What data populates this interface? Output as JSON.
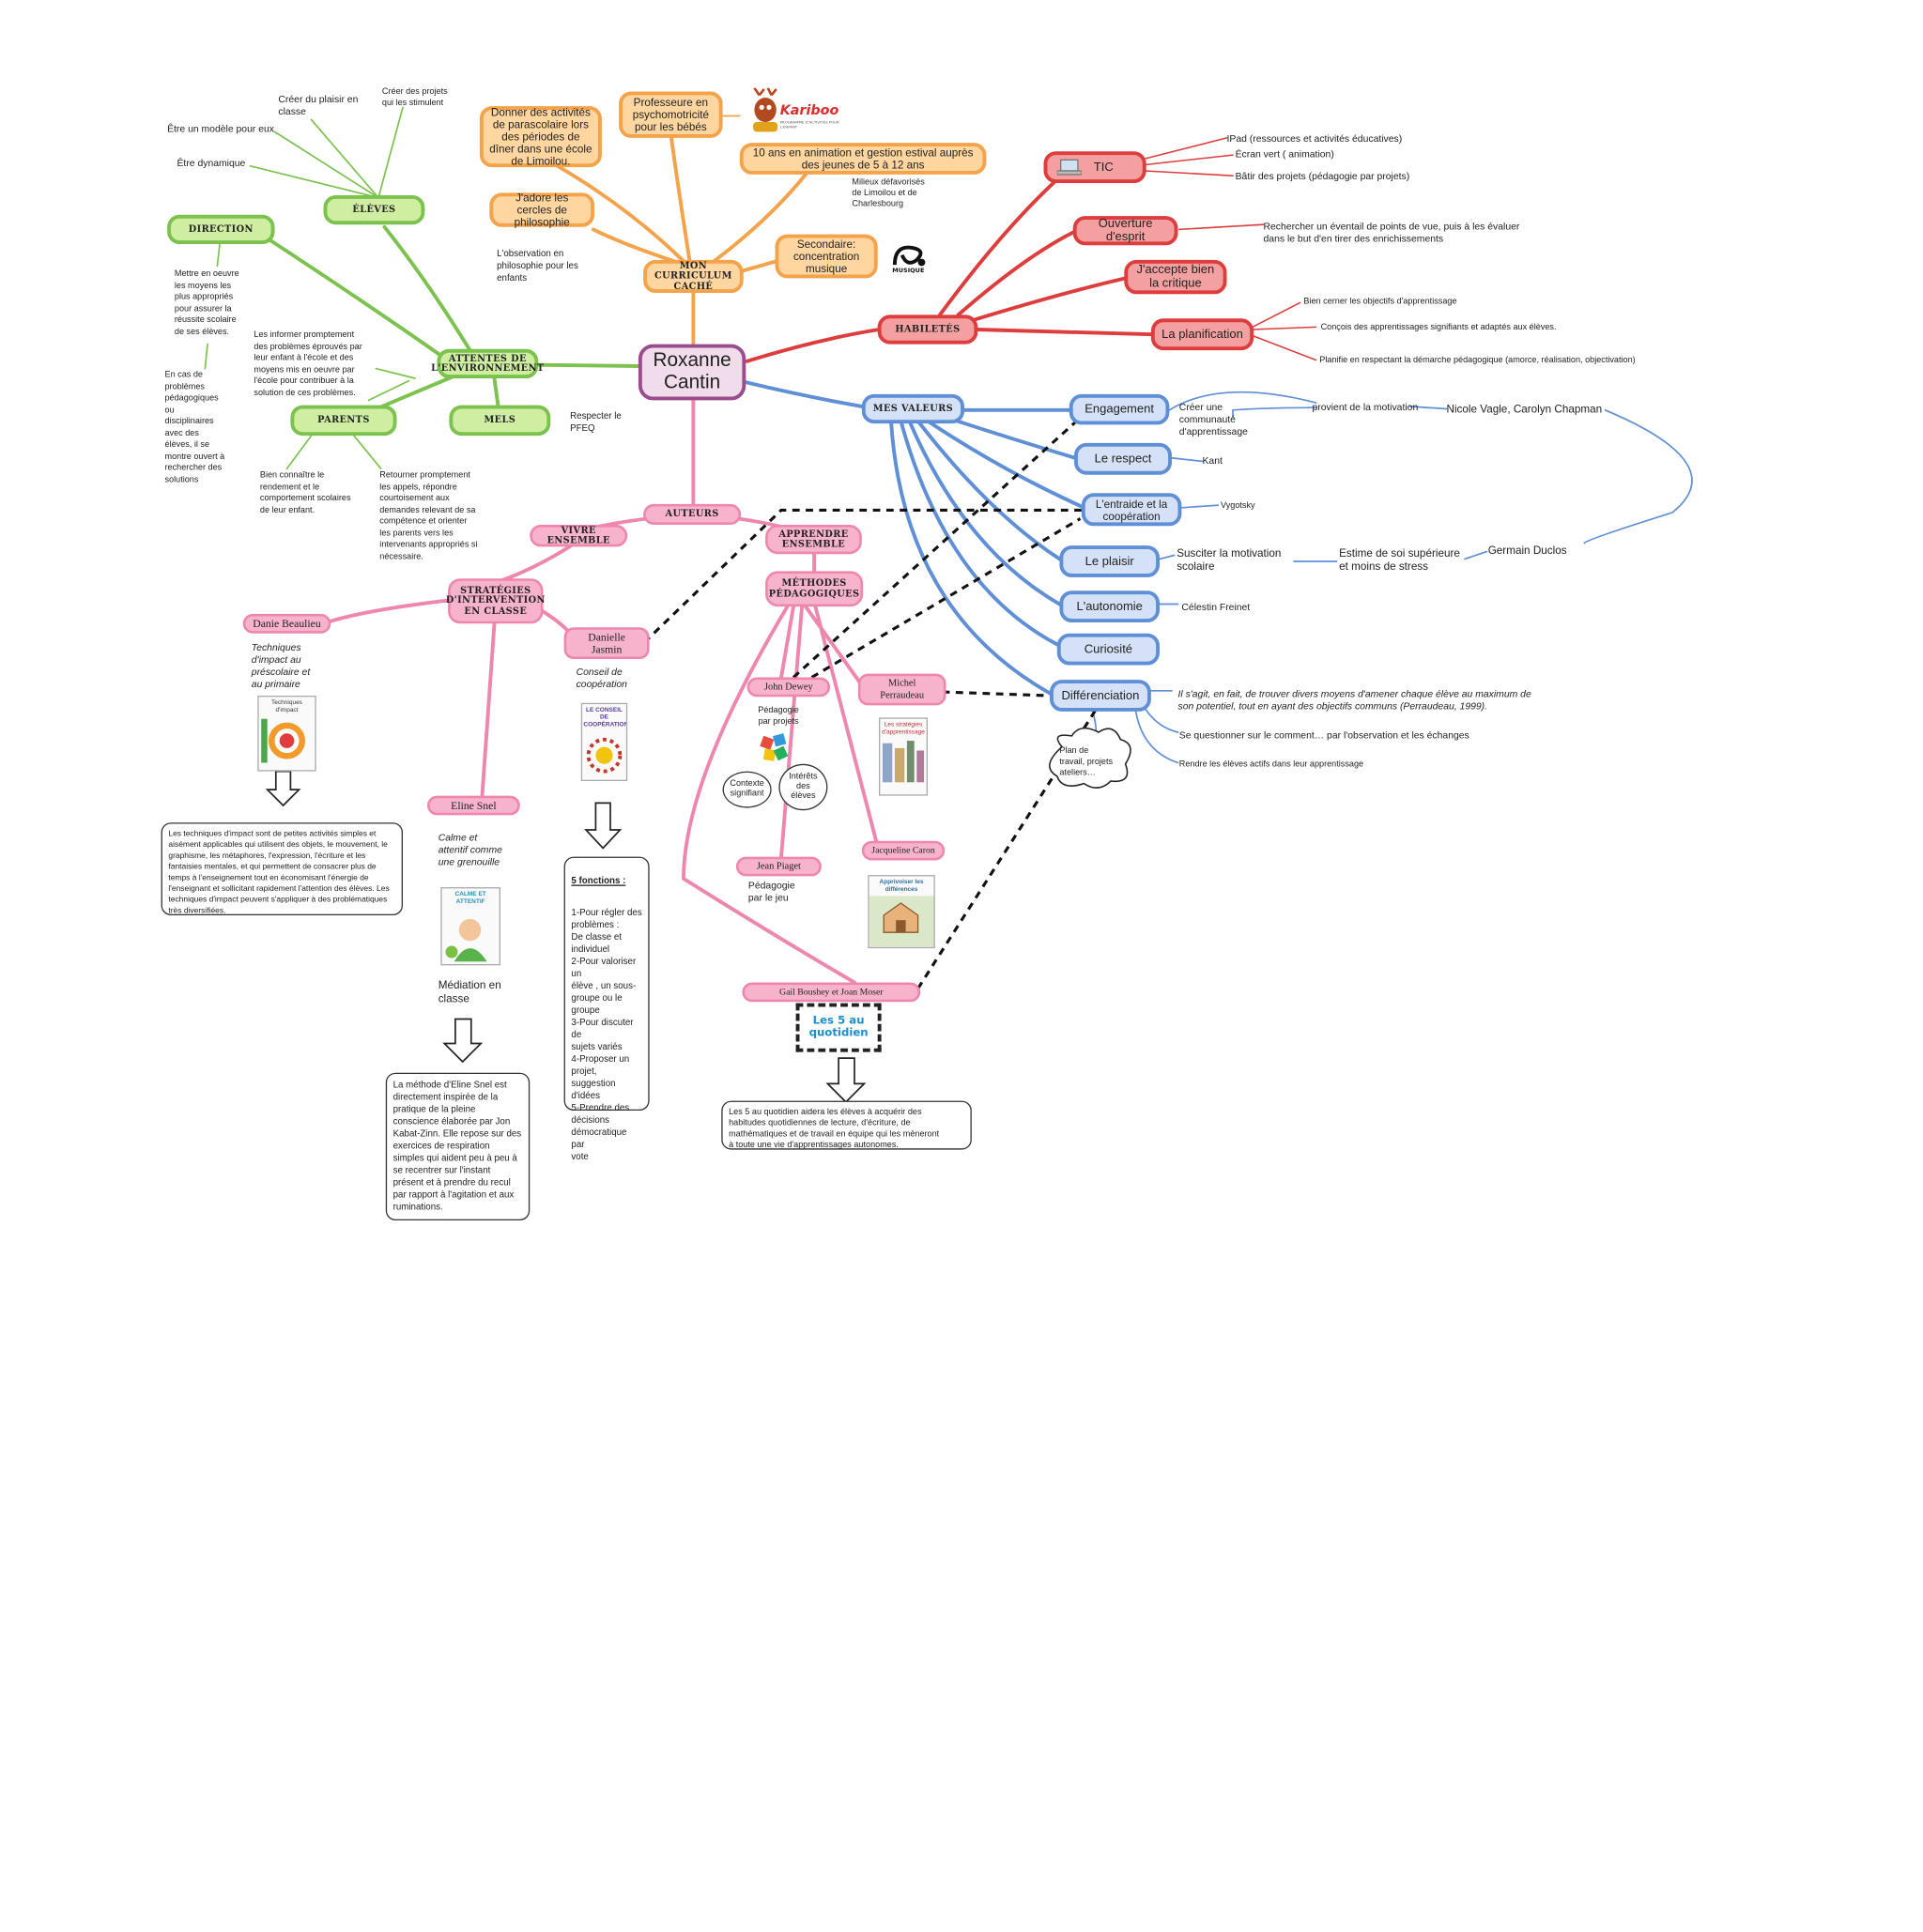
{
  "center": "Roxanne\nCantin",
  "curriculum": {
    "title": "MON CURRICULUM CACHÉ",
    "items": [
      "Donner des activités de parascolaire lors des périodes de dîner dans une école de Limoilou.",
      "Professeure en psychomotricité pour les bébés",
      "10 ans en animation et gestion estival auprès des jeunes de 5 à 12 ans",
      "J'adore les cercles de philosophie",
      "Secondaire: concentration musique"
    ],
    "notes": {
      "milieux": "Milieux défavorisés\nde Limoilou et de\nCharlesbourg",
      "philo": "L'observation en\nphilosophie pour les\nenfants"
    },
    "logos": {
      "kariboo": "Kariboo",
      "kariboo_sub": "PROGRAMME D'ACTIVITÉS POUR L'ENFANT",
      "musique": "MUSIQUE"
    }
  },
  "attentes": {
    "title": "ATTENTES DE L'ENVIRONNEMENT",
    "eleves": {
      "title": "ÉLÈVES",
      "items": [
        "Créer du plaisir en\nclasse",
        "Créer des projets\nqui les stimulent",
        "Être un modèle pour eux",
        "Être dynamique"
      ]
    },
    "direction": {
      "title": "DIRECTION",
      "notes": [
        "Mettre en oeuvre\nles moyens les\nplus appropriés\npour assurer la\nréussite scolaire\nde ses élèves.",
        "En cas de\nproblèmes\npédagogiques\nou\ndisciplinaires\navec des\nélèves, il se\nmontre ouvert à\nrechercher des\nsolutions"
      ]
    },
    "parents": {
      "title": "PARENTS",
      "notes": [
        "Les informer promptement\ndes problèmes éprouvés par\nleur enfant à l'école et des\nmoyens mis en oeuvre par\nl'école pour contribuer à la\nsolution de ces problèmes.",
        "Bien connaître le\nrendement et le\ncomportement scolaires\nde leur enfant.",
        "Retourner promptement\nles appels, répondre\ncourtoisement aux\ndemandes relevant de sa\ncompétence et orienter\nles parents vers les\nintervenants appropriés si\nnécessaire."
      ]
    },
    "mels": {
      "title": "MELS",
      "note": "Respecter le\nPFEQ"
    }
  },
  "habiletes": {
    "title": "HABILETÉS",
    "tic": {
      "label": "TIC",
      "notes": [
        "IPad (ressources et activités éducatives)",
        "Écran vert ( animation)",
        "Bâtir des projets (pédagogie par projets)"
      ]
    },
    "ouverture": {
      "label": "Ouverture d'esprit",
      "note": "Rechercher un éventail de points de vue, puis à les évaluer\ndans le but d'en tirer des enrichissements"
    },
    "critique": {
      "label": "J'accepte bien la critique"
    },
    "planification": {
      "label": "La planification",
      "notes": [
        "Bien cerner les objectifs d'apprentissage",
        "Conçois des apprentissages signifiants et adaptés aux élèves.",
        "Planifie en respectant la démarche pédagogique (amorce, réalisation, objectivation)"
      ]
    }
  },
  "valeurs": {
    "title": "MES VALEURS",
    "items": [
      {
        "label": "Engagement",
        "note": "Créer une\ncommunauté\nd'apprentissage"
      },
      {
        "label": "Le respect",
        "note": "Kant"
      },
      {
        "label": "L'entraide et la coopération",
        "note": "Vygotsky"
      },
      {
        "label": "Le plaisir",
        "note": "Susciter la motivation\nscolaire"
      },
      {
        "label": "L'autonomie",
        "note": "Célestin Freinet"
      },
      {
        "label": "Curiosité",
        "note": ""
      },
      {
        "label": "Différenciation",
        "note": ""
      }
    ],
    "engagement_extra": [
      "provient de la motivation",
      "Nicole Vagle, Carolyn Chapman"
    ],
    "plaisir_extra": [
      "Estime de soi supérieure\net moins de stress",
      "Germain Duclos"
    ],
    "differenciation_notes": [
      "Il s'agit, en fait, de trouver divers moyens d'amener chaque élève au maximum de\nson potentiel, tout en ayant des objectifs communs (Perraudeau, 1999).",
      "Se questionner sur le comment… par l'observation et les échanges",
      "Rendre les élèves actifs dans leur apprentissage"
    ],
    "cloud": "Plan de\ntravail, projets\nateliers…"
  },
  "auteurs": {
    "title": "AUTEURS",
    "vivre": "VIVRE ENSEMBLE",
    "apprendre": "APPRENDRE ENSEMBLE",
    "strategies": "STRATÉGIES D'INTERVENTION EN CLASSE",
    "methodes": "MÉTHODES PÉDAGOGIQUES",
    "danie": {
      "name": "Danie Beaulieu",
      "book_caption": "Techniques\nd'impact au\npréscolaire et\nau primaire",
      "book_title": "Techniques d'impact",
      "desc": "Les techniques d'impact sont de petites activités simples et\naisément applicables qui utilisent des objets, le mouvement, le\ngraphisme, les métaphores, l'expression, l'écriture et les\nfantaisies mentales, et qui permettent de consacrer plus de\ntemps à l'enseignement tout en économisant l'énergie de\nl'enseignant et sollicitant rapidement l'attention des élèves. Les\ntechniques d'impact peuvent s'appliquer à des problématiques\ntrès diversifiées."
    },
    "eline": {
      "name": "Eline Snel",
      "book_caption": "Calme et\nattentif comme\nune grenouille",
      "book_title": "CALME ET ATTENTIF",
      "mediation": "Médiation en\nclasse",
      "desc": "La méthode d'Eline Snel est\ndirectement inspirée de la\npratique de la pleine\nconscience élaborée par Jon\nKabat-Zinn. Elle repose sur des\nexercices de respiration\nsimples qui aident peu à peu à\nse recentrer sur l'instant\nprésent et à prendre du recul\npar rapport à l'agitation et aux\nruminations."
    },
    "danielle": {
      "name": "Danielle\nJasmin",
      "book_caption": "Conseil de\ncoopération",
      "book_title": "LE CONSEIL DE COOPÉRATION",
      "fonctions_title": "5 fonctions :",
      "fonctions": "1-Pour régler des\nproblèmes :\nDe classe et\nindividuel\n2-Pour valoriser un\nélève , un sous-\ngroupe ou le\ngroupe\n3-Pour discuter de\nsujets variés\n4-Proposer un\nprojet, suggestion\nd'idées\n5-Prendre des\ndécisions\ndémocratique par\nvote"
    },
    "dewey": {
      "name": "John Dewey",
      "note": "Pédagogie\npar projets",
      "circles": [
        "Contexte\nsignifiant",
        "Intérêts\ndes\nélèves"
      ]
    },
    "perraudeau": {
      "name": "Michel\nPerraudeau",
      "book_title": "Les stratégies d'apprentissage"
    },
    "piaget": {
      "name": "Jean Piaget",
      "note": "Pédagogie\npar le jeu"
    },
    "caron": {
      "name": "Jacqueline Caron",
      "book_title": "Apprivoiser les différences"
    },
    "boushey": {
      "name": "Gail Boushey et Joan Moser",
      "logo": "Les 5 au quotidien",
      "desc": "Les 5 au quotidien aidera les élèves à acquérir des\nhabitudes quotidiennes de lecture, d'écriture, de\nmathématiques et de travail en équipe qui les mèneront\nà toute une vie d'apprentissages autonomes."
    }
  },
  "colors": {
    "green": "#7cc24e",
    "orange": "#f5a34a",
    "red": "#dd3d3d",
    "blue": "#5f8fd6",
    "pink": "#ef86ad",
    "center": "#9a4c8c"
  }
}
